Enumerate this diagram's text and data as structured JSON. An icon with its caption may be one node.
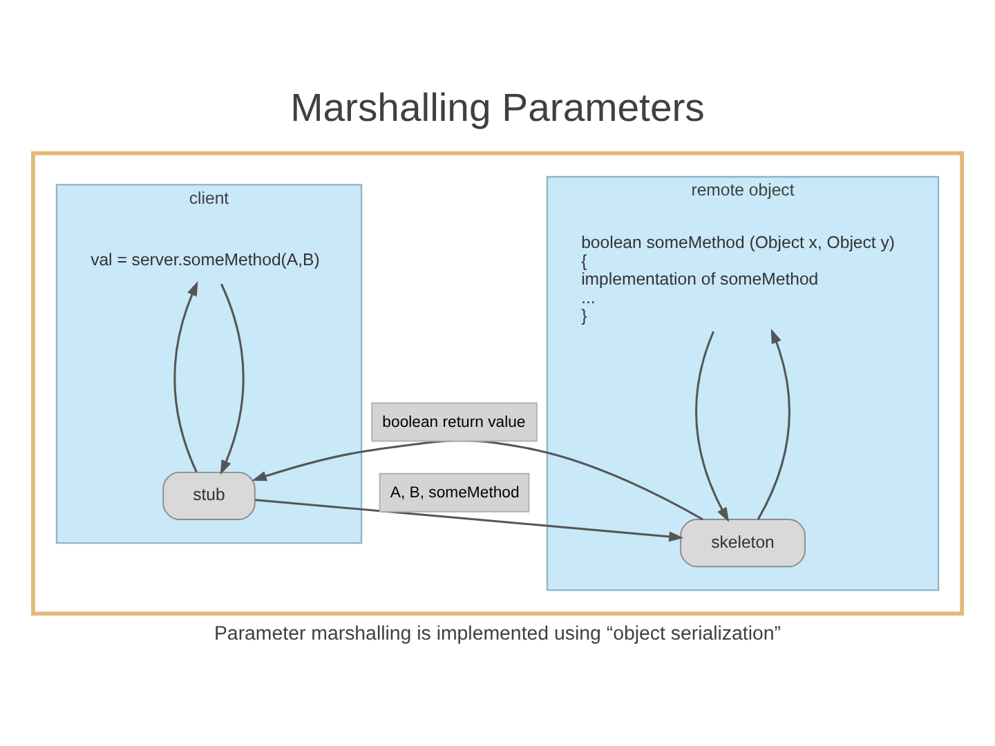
{
  "diagram": {
    "title": "Marshalling Parameters",
    "caption": "Parameter marshalling is implemented using “object serialization”",
    "nodes": [
      {
        "text": [],
        "shape": "box"
      },
      {
        "text": [
          "client"
        ],
        "in": 0
      },
      {
        "text": [
          "val = server.someMethod(A,B)"
        ],
        "in": 1
      },
      {
        "text": [
          "stub"
        ],
        "in": 1
      },
      {
        "text": [
          "remote object"
        ],
        "in": 0
      },
      {
        "text": [
          "boolean someMethod (Object x, Object y)",
          "{",
          "implementation of someMethod",
          "...",
          "}"
        ],
        "in": 4
      },
      {
        "text": [
          "skeleton"
        ],
        "in": 4
      }
    ],
    "edges": [
      {
        "from": 2,
        "to": 3,
        "arrow": "to"
      },
      {
        "from": 3,
        "to": 6,
        "arrow": "to",
        "label": "A, B, someMethod"
      },
      {
        "from": 6,
        "to": 5,
        "arrow": "to"
      },
      {
        "from": 5,
        "to": 6,
        "arrow": "to"
      },
      {
        "from": 6,
        "to": 3,
        "arrow": "to",
        "label": "boolean return value"
      },
      {
        "from": 3,
        "to": 2,
        "arrow": "to"
      }
    ]
  }
}
